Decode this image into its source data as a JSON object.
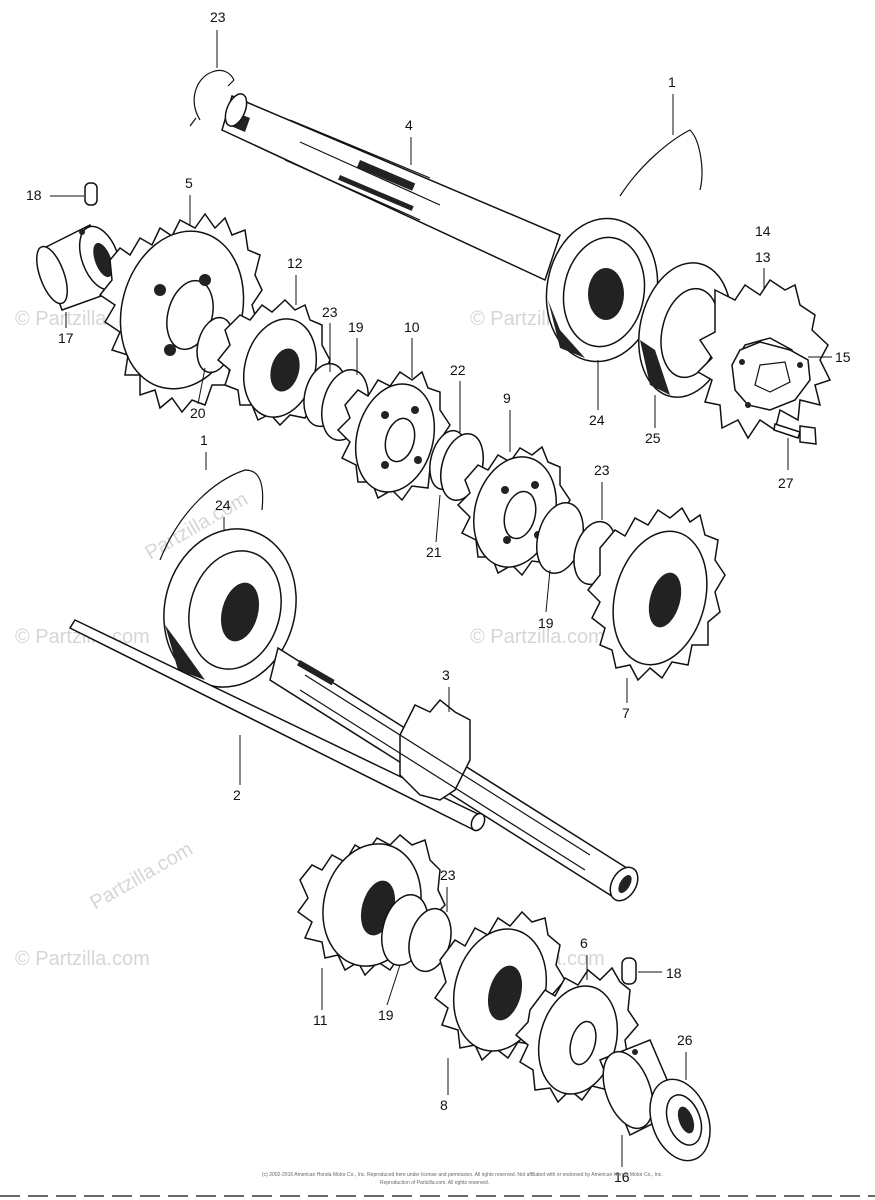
{
  "watermark": {
    "text": "© Partzilla.com",
    "text_b": "Partzilla.com"
  },
  "footer": {
    "line1": "(c) 2002-2016 American Honda Motor Co., Inc. Reproduced here under license and permission. All rights reserved. Not affiliated with or endorsed by American Honda Motor Co., Inc.",
    "line2": "Reproduction of Partzilla.com. All rights reserved."
  },
  "callouts": {
    "c1_top": "1",
    "c1_mid": "1",
    "c2": "2",
    "c3": "3",
    "c4": "4",
    "c5": "5",
    "c6": "6",
    "c7": "7",
    "c8": "8",
    "c9": "9",
    "c10": "10",
    "c11": "11",
    "c12": "12",
    "c13": "13",
    "c14": "14",
    "c15": "15",
    "c16": "16",
    "c17": "17",
    "c18_top": "18",
    "c18_bot": "18",
    "c19_a": "19",
    "c19_b": "19",
    "c19_c": "19",
    "c20": "20",
    "c21": "21",
    "c22": "22",
    "c23_top": "23",
    "c23_a": "23",
    "c23_b": "23",
    "c23_bot": "23",
    "c24_top": "24",
    "c24_mid": "24",
    "c25": "25",
    "c26": "26",
    "c27": "27"
  },
  "colors": {
    "ink": "#111111",
    "watermark": "#d6d6d6",
    "paper": "#ffffff"
  }
}
